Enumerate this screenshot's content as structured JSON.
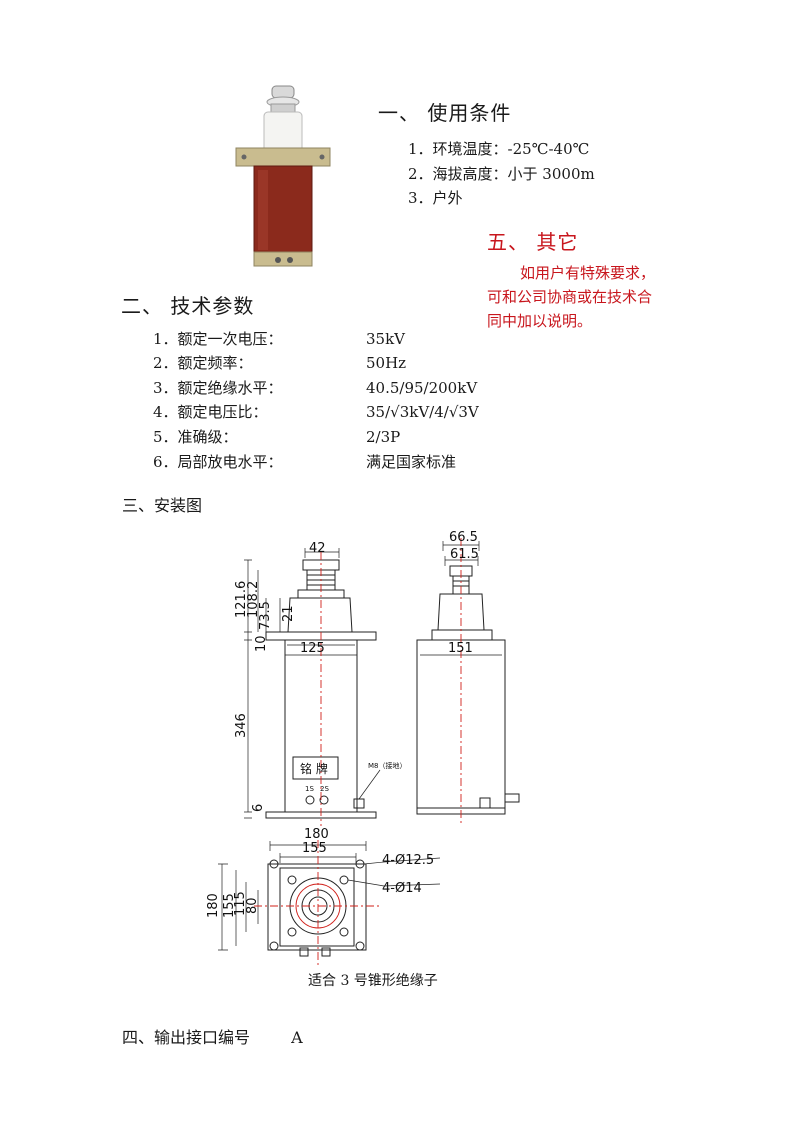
{
  "section1": {
    "heading": "一、  使用条件",
    "items": [
      "1．环境温度：-25℃-40℃",
      "2．海拔高度：小于 3000m",
      "3．户外"
    ]
  },
  "section5": {
    "heading": "五、  其它",
    "lines": [
      "如用户有特殊要求，",
      "可和公司协商或在技术合",
      "同中加以说明。"
    ]
  },
  "section2": {
    "heading": "二、  技术参数",
    "params": [
      {
        "label": "1．额定一次电压：",
        "value": "35kV"
      },
      {
        "label": "2．额定频率：",
        "value": "50Hz"
      },
      {
        "label": "3．额定绝缘水平：",
        "value": "40.5/95/200kV"
      },
      {
        "label": "4．额定电压比：",
        "value": "35/√3kV/4/√3V"
      },
      {
        "label": "5．准确级：",
        "value": "2/3P"
      },
      {
        "label": "6．局部放电水平：",
        "value": "满足国家标准"
      }
    ]
  },
  "section3": {
    "heading": "三、安装图"
  },
  "drawing": {
    "front_dims": {
      "top_width": "42",
      "h1": "121.6",
      "h2": "108.2",
      "h3": "73.5",
      "h4": "21",
      "base_thk": "10",
      "body_width": "125",
      "body_height": "346",
      "bottom": "6"
    },
    "nameplate": "铭 牌",
    "terminals": [
      "1S",
      "2S"
    ],
    "ground_note": "M8（接地）",
    "side_dims": {
      "outer": "66.5",
      "inner": "61.5",
      "body_width": "151"
    },
    "plan_dims": {
      "w1": "180",
      "w2": "155",
      "h1": "180",
      "h2": "155",
      "h3": "115",
      "h4": "80",
      "hole1": "4-Ø12.5",
      "hole2": "4-Ø14"
    },
    "caption": "适合 3 号锥形绝缘子"
  },
  "section4": {
    "heading": "四、输出接口编号",
    "value": "A"
  },
  "colors": {
    "red": "#c8161d",
    "body_red": "#8b2a1c"
  }
}
